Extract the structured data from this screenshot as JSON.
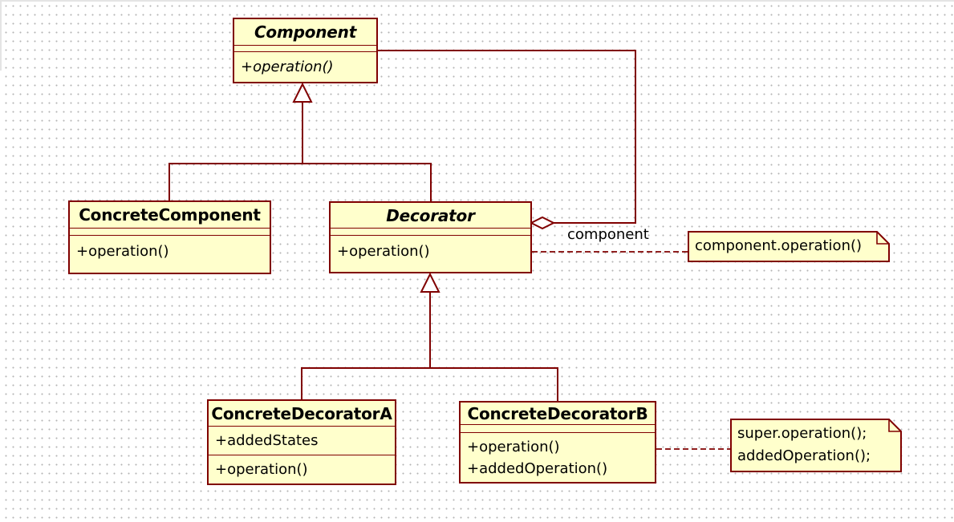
{
  "diagram": {
    "kind": "UML class diagram",
    "pattern": "Decorator"
  },
  "palette": {
    "shape_fill": "#ffffcc",
    "shape_stroke": "#800000",
    "text_color": "#000000",
    "background": "#ffffff",
    "grid_dot_color": "#b5b5b5"
  },
  "classes": [
    {
      "name": "Component",
      "abstract": true,
      "attributes": [],
      "operations": [
        "+operation()"
      ]
    },
    {
      "name": "ConcreteComponent",
      "abstract": false,
      "attributes": [],
      "operations": [
        "+operation()"
      ]
    },
    {
      "name": "Decorator",
      "abstract": true,
      "attributes": [],
      "operations": [
        "+operation()"
      ]
    },
    {
      "name": "ConcreteDecoratorA",
      "abstract": false,
      "attributes": [
        "+addedStates"
      ],
      "operations": [
        "+operation()"
      ]
    },
    {
      "name": "ConcreteDecoratorB",
      "abstract": false,
      "attributes": [],
      "operations": [
        "+operation()",
        "+addedOperation()"
      ]
    }
  ],
  "notes": [
    {
      "lines": [
        "component.operation()"
      ]
    },
    {
      "lines": [
        "super.operation();",
        "addedOperation();"
      ]
    }
  ],
  "relationships": [
    {
      "type": "generalization",
      "from": "ConcreteComponent",
      "to": "Component"
    },
    {
      "type": "generalization",
      "from": "Decorator",
      "to": "Component"
    },
    {
      "type": "generalization",
      "from": "ConcreteDecoratorA",
      "to": "Decorator"
    },
    {
      "type": "generalization",
      "from": "ConcreteDecoratorB",
      "to": "Decorator"
    },
    {
      "type": "aggregation",
      "from": "Decorator",
      "to": "Component",
      "label": "component"
    },
    {
      "type": "note-link",
      "from": "Decorator",
      "to": "note-0"
    },
    {
      "type": "note-link",
      "from": "ConcreteDecoratorB",
      "to": "note-1"
    }
  ]
}
